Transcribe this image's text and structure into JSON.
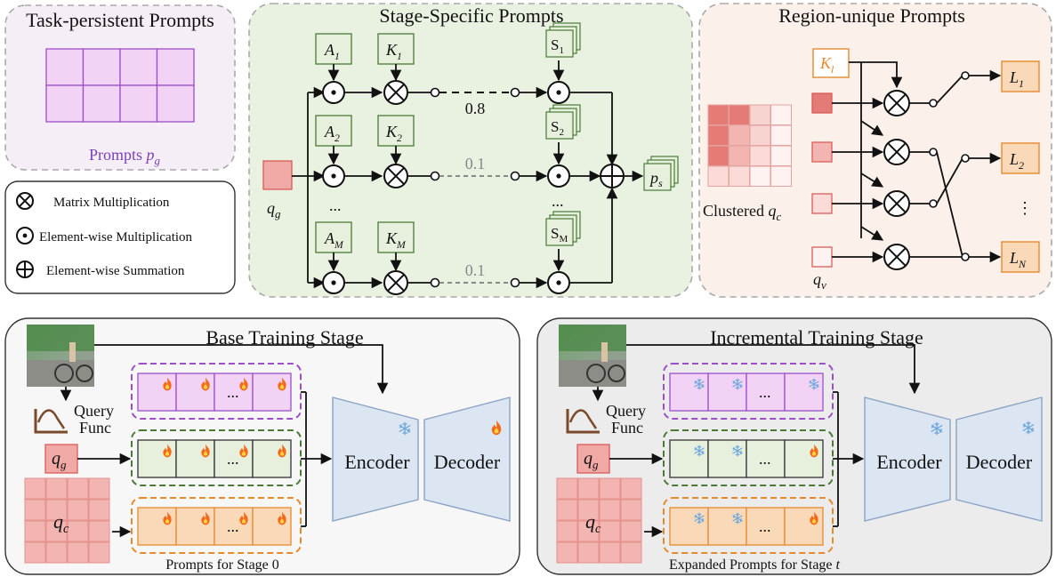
{
  "panels": {
    "task_persistent": {
      "title": "Task-persistent Prompts",
      "prompts_label": "Prompts ",
      "prompts_var": "p",
      "prompts_sub": "g"
    },
    "stage_specific": {
      "title": "Stage-Specific Prompts",
      "input_var": "q",
      "input_sub": "g",
      "a_labels": [
        {
          "v": "A",
          "s": "1"
        },
        {
          "v": "A",
          "s": "2"
        },
        {
          "v": "A",
          "s": "M"
        }
      ],
      "k_labels": [
        {
          "v": "K",
          "s": "1"
        },
        {
          "v": "K",
          "s": "2"
        },
        {
          "v": "K",
          "s": "M"
        }
      ],
      "s_labels": [
        {
          "v": "S",
          "s": "1"
        },
        {
          "v": "S",
          "s": "2"
        },
        {
          "v": "S",
          "s": "M"
        }
      ],
      "weights": [
        "0.8",
        "0.1",
        "0.1"
      ],
      "ellipsis": "...",
      "output_var": "p",
      "output_sub": "s"
    },
    "region_unique": {
      "title": "Region-unique Prompts",
      "key_var": "K",
      "key_sub": "l",
      "clustered_label": "Clustered ",
      "clustered_var": "q",
      "clustered_sub": "c",
      "qv_var": "q",
      "qv_sub": "v",
      "outputs": [
        {
          "v": "L",
          "s": "1"
        },
        {
          "v": "L",
          "s": "2"
        },
        {
          "v": "L",
          "s": "N"
        }
      ],
      "vdots": "⋮"
    },
    "legend": {
      "items": [
        {
          "icon": "otimes-icon",
          "label": "Matrix Multiplication"
        },
        {
          "icon": "odot-icon",
          "label": "Element-wise Multiplication"
        },
        {
          "icon": "oplus-icon",
          "label": "Element-wise Summation"
        }
      ]
    },
    "base_training": {
      "title": "Base Training Stage",
      "query_func": [
        "Query",
        "Func"
      ],
      "qg_var": "q",
      "qg_sub": "g",
      "qc_var": "q",
      "qc_sub": "c",
      "encoder": "Encoder",
      "decoder": "Decoder",
      "ellipsis": "...",
      "caption": "Prompts for Stage 0"
    },
    "incremental_training": {
      "title": "Incremental Training Stage",
      "query_func": [
        "Query",
        "Func"
      ],
      "qg_var": "q",
      "qg_sub": "g",
      "qc_var": "q",
      "qc_sub": "c",
      "encoder": "Encoder",
      "decoder": "Decoder",
      "ellipsis": "...",
      "caption": "Expanded Prompts for Stage ",
      "caption_var": "t"
    }
  },
  "icons": [
    "fire-icon",
    "snowflake-icon",
    "odot-icon",
    "otimes-icon",
    "oplus-icon",
    "query-curve-icon",
    "input-image"
  ],
  "colors": {
    "purple_fill": "#f2d3f5",
    "purple_stroke": "#9b4fc9",
    "green_fill": "#e6f0dc",
    "green_stroke": "#4a7a36",
    "orange_fill": "#f9d9b8",
    "orange_stroke": "#e58a2e",
    "pink_fill": "#f1a9a6",
    "pink_stroke": "#d9534f",
    "encoder_fill": "#dce6f3",
    "encoder_stroke": "#8aa3c4",
    "prompts_label": "#7b3fb8"
  }
}
